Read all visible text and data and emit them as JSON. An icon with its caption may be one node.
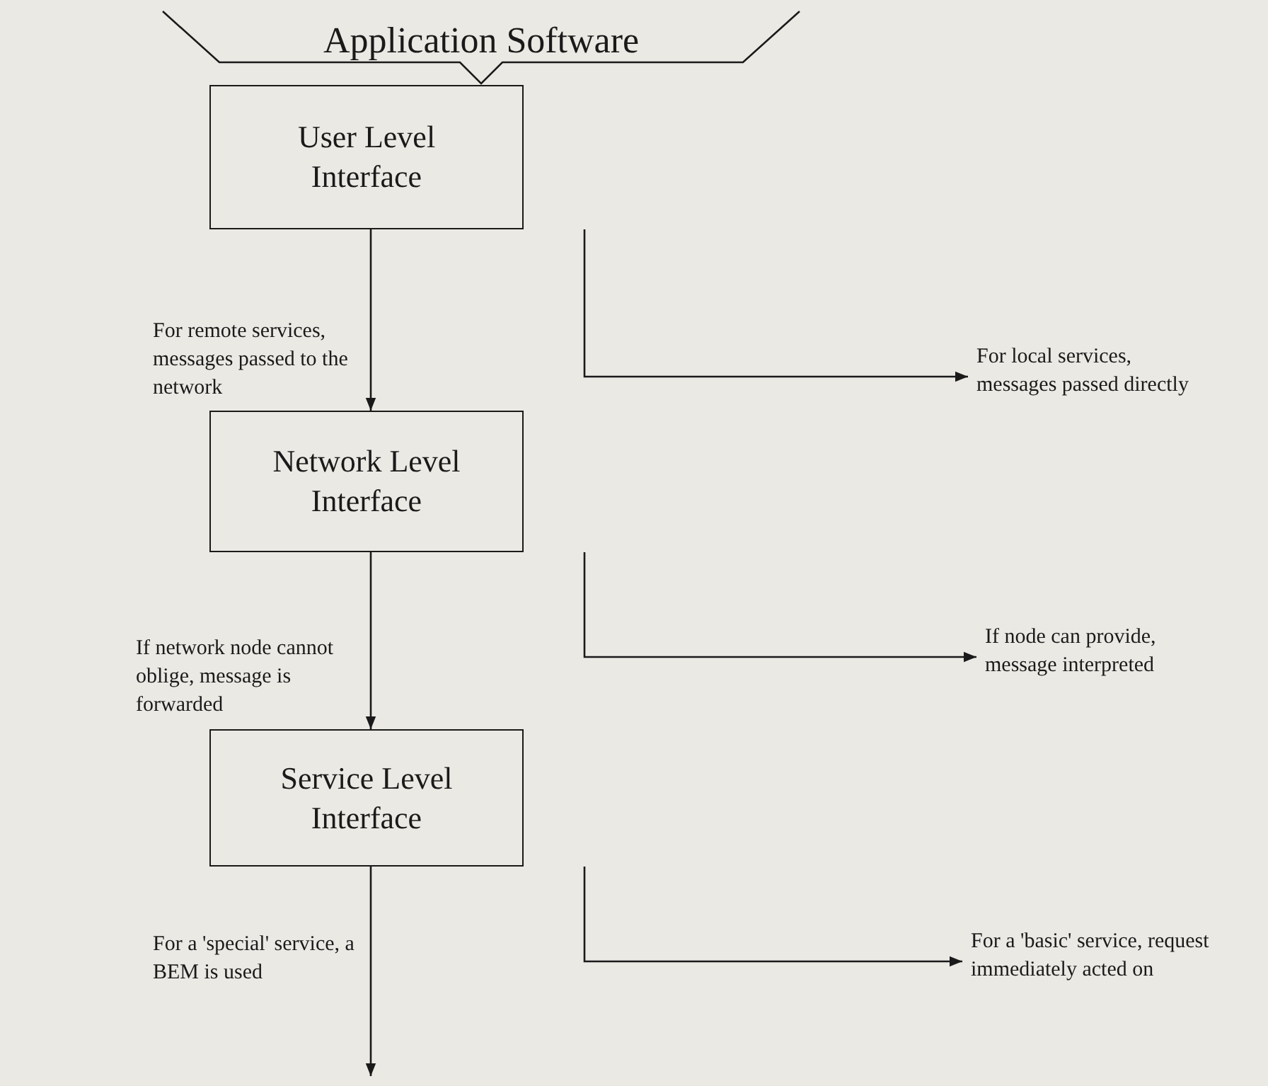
{
  "diagram": {
    "nodes": [
      {
        "text": [
          "Application Software"
        ]
      },
      {
        "text": [
          "User Level Interface"
        ]
      },
      {
        "text": [
          "For local services, messages passed directly"
        ]
      },
      {
        "text": [
          "Network Level Interface"
        ]
      },
      {
        "text": [
          "If node can provide, message interpreted"
        ]
      },
      {
        "text": [
          "Service Level Interface"
        ]
      },
      {
        "text": [
          "For a 'basic' service, request immediately acted on"
        ]
      }
    ],
    "edges": [
      {
        "from": 1,
        "to": 3,
        "arrow": "to",
        "label": "For remote services, messages passed to the network"
      },
      {
        "from": 1,
        "to": 2,
        "arrow": "to"
      },
      {
        "from": 3,
        "to": 5,
        "arrow": "to",
        "label": "If network node cannot oblige, message is forwarded"
      },
      {
        "from": 3,
        "to": 4,
        "arrow": "to"
      },
      {
        "from": 5,
        "to": null,
        "arrow": "to",
        "label": "For a 'special' service, a BEM is used"
      },
      {
        "from": 5,
        "to": 6,
        "arrow": "to"
      }
    ]
  }
}
